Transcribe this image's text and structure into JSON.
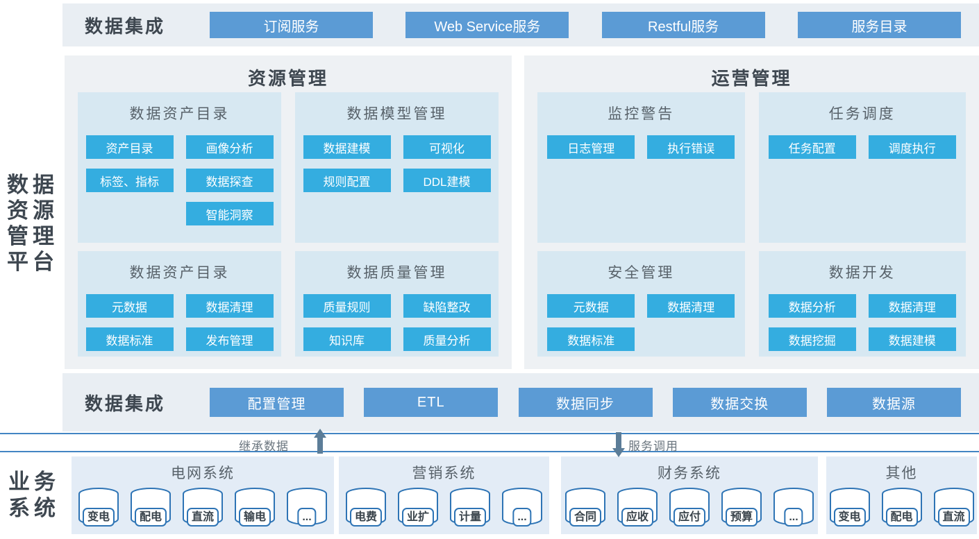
{
  "colors": {
    "steel_button": "#5b9bd5",
    "cyan_button": "#34ade0",
    "band_bg": "#e9eef3",
    "panel_bg": "#eef1f4",
    "sub_panel_bg": "#d7e8f2",
    "business_panel_bg": "#e3ecf6",
    "line_blue": "#4285c3",
    "db_outline_blue": "#2e74b5",
    "arrow_gray": "#5c7d98",
    "heading_dark": "#3e4750"
  },
  "top_band": {
    "label": "数据集成",
    "buttons": [
      "订阅服务",
      "Web Service服务",
      "Restful服务",
      "服务目录"
    ]
  },
  "platform_label": {
    "lines": [
      "数据",
      "资源",
      "管理",
      "平台"
    ]
  },
  "resource_panel": {
    "title": "资源管理",
    "sub_panels": [
      {
        "title": "数据资产目录",
        "buttons": [
          "资产目录",
          "画像分析",
          "标签、指标",
          "数据探查",
          "智能洞察"
        ]
      },
      {
        "title": "数据模型管理",
        "buttons": [
          "数据建模",
          "可视化",
          "规则配置",
          "DDL建模"
        ]
      },
      {
        "title": "数据资产目录",
        "buttons": [
          "元数据",
          "数据清理",
          "数据标准",
          "发布管理"
        ]
      },
      {
        "title": "数据质量管理",
        "buttons": [
          "质量规则",
          "缺陷整改",
          "知识库",
          "质量分析"
        ]
      }
    ]
  },
  "operation_panel": {
    "title": "运营管理",
    "sub_panels": [
      {
        "title": "监控警告",
        "buttons": [
          "日志管理",
          "执行错误"
        ]
      },
      {
        "title": "任务调度",
        "buttons": [
          "任务配置",
          "调度执行"
        ]
      },
      {
        "title": "安全管理",
        "buttons": [
          "元数据",
          "数据清理",
          "数据标准"
        ]
      },
      {
        "title": "数据开发",
        "buttons": [
          "数据分析",
          "数据清理",
          "数据挖掘",
          "数据建模"
        ]
      }
    ]
  },
  "bottom_band": {
    "label": "数据集成",
    "buttons": [
      "配置管理",
      "ETL",
      "数据同步",
      "数据交换",
      "数据源"
    ]
  },
  "connector": {
    "up_label": "继承数据",
    "down_label": "服务调用"
  },
  "business": {
    "label_lines": [
      "业务",
      "系统"
    ],
    "systems": [
      {
        "title": "电网系统",
        "databases": [
          "变电",
          "配电",
          "直流",
          "输电",
          "..."
        ]
      },
      {
        "title": "营销系统",
        "databases": [
          "电费",
          "业扩",
          "计量",
          "..."
        ]
      },
      {
        "title": "财务系统",
        "databases": [
          "合同",
          "应收",
          "应付",
          "预算",
          "..."
        ]
      },
      {
        "title": "其他",
        "databases": [
          "变电",
          "配电",
          "直流"
        ]
      }
    ]
  }
}
